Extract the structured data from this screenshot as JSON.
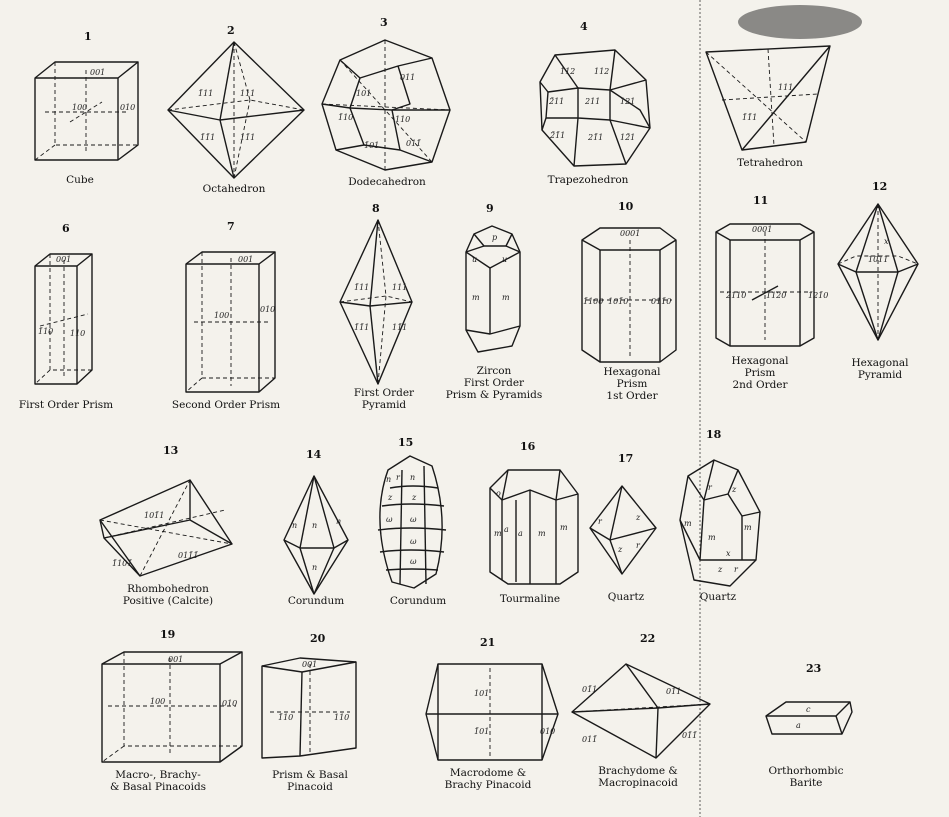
{
  "figures": [
    {
      "num": "1",
      "caption": [
        "Cube"
      ],
      "faces": [
        "001",
        "100",
        "010"
      ]
    },
    {
      "num": "2",
      "caption": [
        "Octahedron"
      ],
      "faces": [
        "1̄11",
        "111",
        "1̄1̄1",
        "11̄1"
      ]
    },
    {
      "num": "3",
      "caption": [
        "Dodecahedron"
      ],
      "faces": [
        "101",
        "011",
        "1̄10",
        "110",
        "1̄01",
        "011̄"
      ]
    },
    {
      "num": "4",
      "caption": [
        "Trapezohedron"
      ],
      "faces": [
        "1̄12",
        "112",
        "2̄11",
        "211",
        "121",
        "2̄1̄1",
        "21̄1",
        "12̄1"
      ]
    },
    {
      "num": "",
      "caption": [
        "Tetrahedron"
      ],
      "faces": [
        "111",
        "1̄1̄1"
      ]
    },
    {
      "num": "6",
      "caption": [
        "First Order Prism"
      ],
      "faces": [
        "001",
        "1̄10",
        "110"
      ]
    },
    {
      "num": "7",
      "caption": [
        "Second Order Prism"
      ],
      "faces": [
        "001",
        "100",
        "010"
      ]
    },
    {
      "num": "8",
      "caption": [
        "First Order",
        "Pyramid"
      ],
      "faces": [
        "1̄11",
        "111",
        "1̄1̄1",
        "11̄1"
      ]
    },
    {
      "num": "9",
      "caption": [
        "Zircon",
        "First Order",
        "Prism & Pyramids"
      ],
      "faces": [
        "p",
        "u",
        "u",
        "m",
        "m"
      ]
    },
    {
      "num": "10",
      "caption": [
        "Hexagonal",
        "Prism",
        "1st Order"
      ],
      "faces": [
        "0001",
        "1̄100",
        "101̄0",
        "011̄0"
      ]
    },
    {
      "num": "11",
      "caption": [
        "Hexagonal",
        "Prism",
        "2nd Order"
      ],
      "faces": [
        "0001",
        "2̄110",
        "112̄0",
        "1̄21̄0"
      ]
    },
    {
      "num": "12",
      "caption": [
        "Hexagonal",
        "Pyramid"
      ],
      "faces": [
        "x",
        "101̄1"
      ]
    },
    {
      "num": "13",
      "caption": [
        "Rhombohedron",
        "Positive (Calcite)"
      ],
      "faces": [
        "101̄1",
        "1̄101̄",
        "011̄1̄"
      ]
    },
    {
      "num": "14",
      "caption": [
        "Corundum"
      ],
      "faces": [
        "n",
        "n",
        "n",
        "n"
      ]
    },
    {
      "num": "15",
      "caption": [
        "Corundum"
      ],
      "faces": [
        "n",
        "r",
        "n",
        "z",
        "z",
        "ω",
        "ω",
        "ω",
        "ω"
      ]
    },
    {
      "num": "16",
      "caption": [
        "Tourmaline"
      ],
      "faces": [
        "o",
        "m",
        "a",
        "m",
        "a",
        "m"
      ]
    },
    {
      "num": "17",
      "caption": [
        "Quartz"
      ],
      "faces": [
        "r",
        "z",
        "z",
        "r"
      ]
    },
    {
      "num": "18",
      "caption": [
        "Quartz"
      ],
      "faces": [
        "r",
        "z",
        "m",
        "m",
        "m",
        "x",
        "z",
        "r"
      ]
    },
    {
      "num": "19",
      "caption": [
        "Macro-, Brachy-",
        "& Basal Pinacoids"
      ],
      "faces": [
        "001",
        "100",
        "010"
      ]
    },
    {
      "num": "20",
      "caption": [
        "Prism & Basal",
        "Pinacoid"
      ],
      "faces": [
        "001",
        "1̄10",
        "110"
      ]
    },
    {
      "num": "21",
      "caption": [
        "Macrodome &",
        "Brachy Pinacoid"
      ],
      "faces": [
        "101",
        "1̄01",
        "010"
      ]
    },
    {
      "num": "22",
      "caption": [
        "Brachydome &",
        "Macropinacoid"
      ],
      "faces": [
        "01̄1",
        "011",
        "011̄",
        "01̄1̄"
      ]
    },
    {
      "num": "23",
      "caption": [
        "Orthorhombic",
        "Barite"
      ],
      "faces": [
        "c",
        "a"
      ]
    }
  ]
}
